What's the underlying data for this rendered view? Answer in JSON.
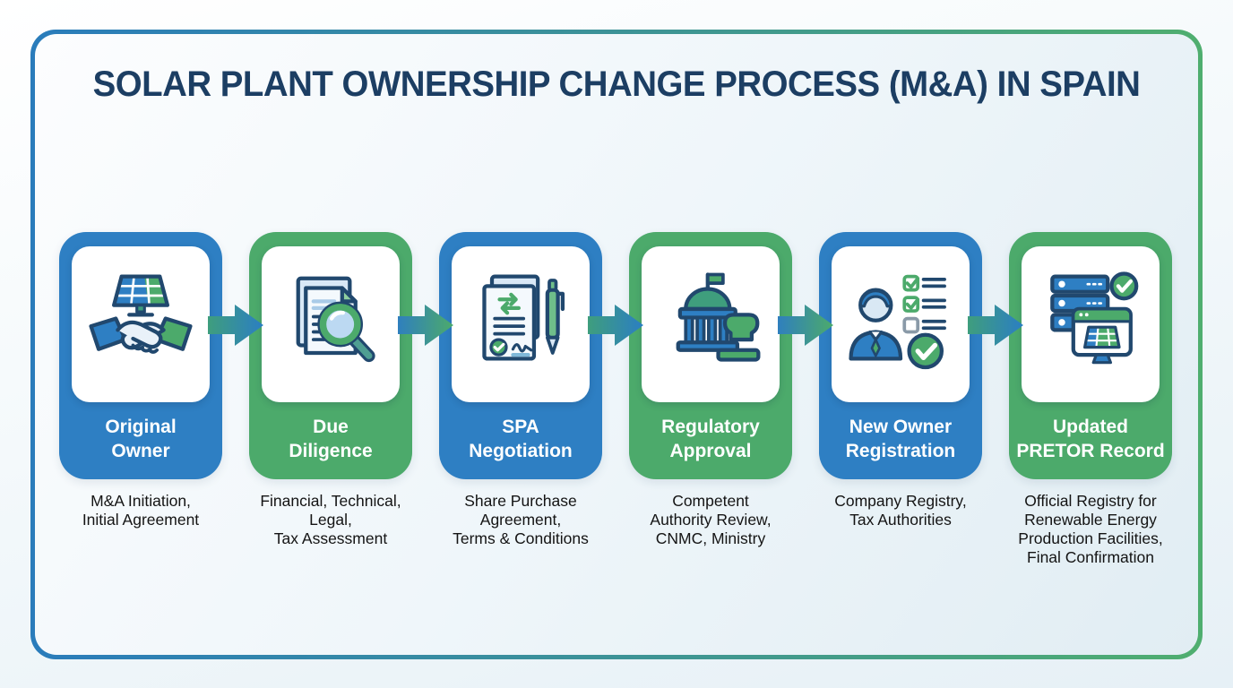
{
  "page": {
    "title": "SOLAR PLANT OWNERSHIP CHANGE PROCESS (M&A) IN SPAIN"
  },
  "colors": {
    "card_blue": "#2e7fc3",
    "card_green": "#4caa6b",
    "title_navy": "#1c3e63",
    "outline_navy": "#21486e",
    "frame_gradient_left": "#2a7cbb",
    "frame_gradient_right": "#4fae6f"
  },
  "steps": [
    {
      "title": "Original\nOwner",
      "description": "M&A Initiation,\nInitial Agreement",
      "icon": "solar-panel-handshake-icon",
      "color": "blue"
    },
    {
      "title": "Due\nDiligence",
      "description": "Financial, Technical,\nLegal,\nTax Assessment",
      "icon": "document-magnifier-icon",
      "color": "green"
    },
    {
      "title": "SPA\nNegotiation",
      "description": "Share Purchase\nAgreement,\nTerms & Conditions",
      "icon": "contract-pen-icon",
      "color": "blue"
    },
    {
      "title": "Regulatory\nApproval",
      "description": "Competent\nAuthority Review,\nCNMC, Ministry",
      "icon": "government-stamp-icon",
      "color": "green"
    },
    {
      "title": "New Owner\nRegistration",
      "description": "Company Registry,\nTax Authorities",
      "icon": "person-checklist-icon",
      "color": "blue"
    },
    {
      "title": "Updated\nPRETOR Record",
      "description": "Official Registry for\nRenewable Energy\nProduction Facilities,\nFinal Confirmation",
      "icon": "database-monitor-check-icon",
      "color": "green"
    }
  ],
  "arrows": [
    {
      "direction": "right",
      "tail_color": "#3f9e7d",
      "head_color": "#2b7ec3"
    },
    {
      "direction": "right",
      "tail_color": "#2f7fbe",
      "head_color": "#4caa6b"
    },
    {
      "direction": "right",
      "tail_color": "#3f9e7d",
      "head_color": "#2b7ec3"
    },
    {
      "direction": "right",
      "tail_color": "#2f7fbe",
      "head_color": "#4caa6b"
    },
    {
      "direction": "right",
      "tail_color": "#3f9e7d",
      "head_color": "#2b7ec3"
    }
  ]
}
